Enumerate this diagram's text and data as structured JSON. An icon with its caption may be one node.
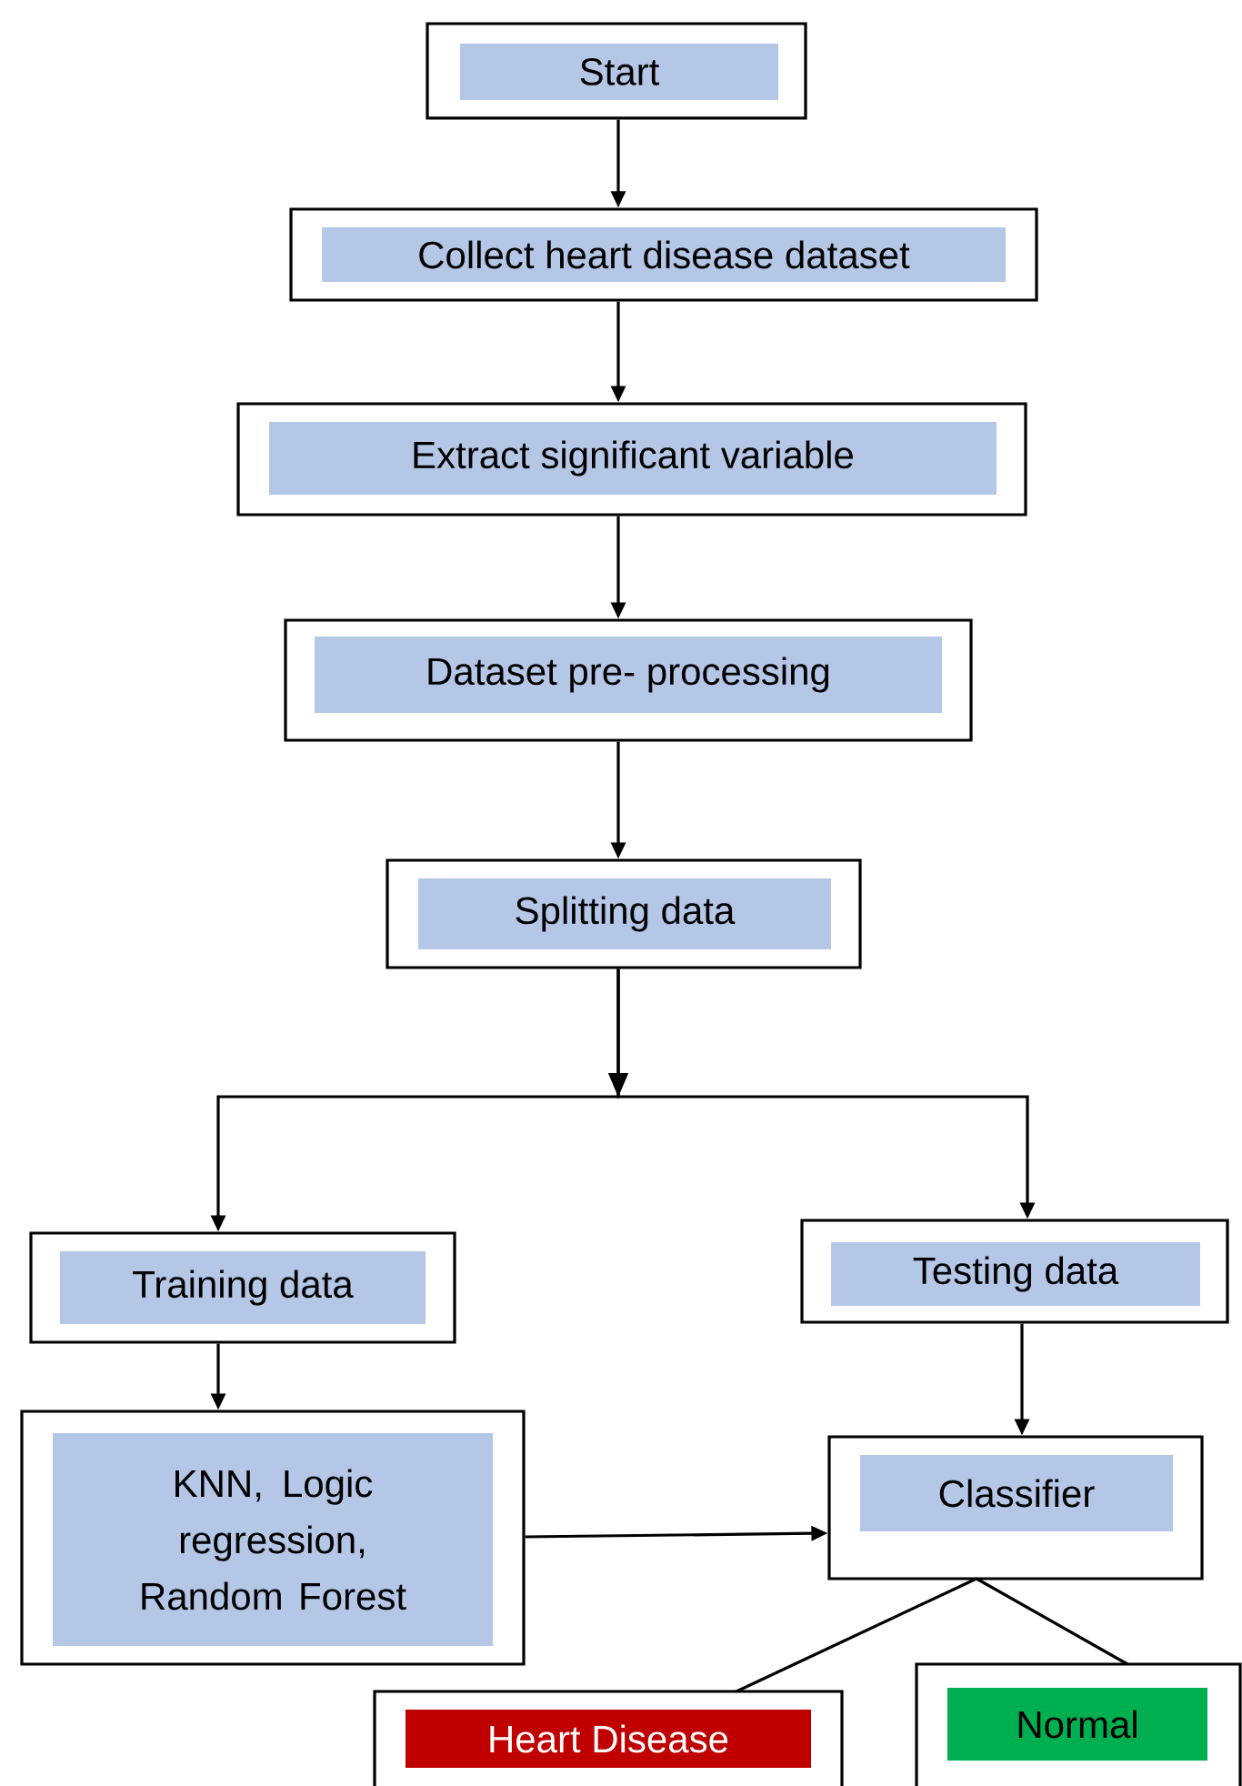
{
  "diagram": {
    "nodes": [
      {
        "text": [
          "Start"
        ]
      },
      {
        "text": [
          "Collect heart disease dataset"
        ]
      },
      {
        "text": [
          "Extract significant variable"
        ]
      },
      {
        "text": [
          "Dataset pre- processing"
        ]
      },
      {
        "text": [
          "Splitting data"
        ]
      },
      {
        "text": [
          "Training data"
        ]
      },
      {
        "text": [
          "Testing data"
        ]
      },
      {
        "text": [
          "KNN, Logic regression, Random Forest"
        ]
      },
      {
        "text": [
          "Classifier"
        ]
      },
      {
        "text": [
          "Heart Disease"
        ]
      },
      {
        "text": [
          "Normal"
        ]
      }
    ],
    "edges": [
      {
        "from": 0,
        "to": 1,
        "arrow": "to"
      },
      {
        "from": 1,
        "to": 2,
        "arrow": "to"
      },
      {
        "from": 2,
        "to": 3,
        "arrow": "to"
      },
      {
        "from": 3,
        "to": 4,
        "arrow": "to"
      },
      {
        "from": 4,
        "to": 5,
        "arrow": "to"
      },
      {
        "from": 4,
        "to": 6,
        "arrow": "to"
      },
      {
        "from": 5,
        "to": 7,
        "arrow": "to"
      },
      {
        "from": 6,
        "to": 8,
        "arrow": "to"
      },
      {
        "from": 7,
        "to": 8,
        "arrow": "to"
      },
      {
        "from": 8,
        "to": 9,
        "arrow": "none"
      },
      {
        "from": 8,
        "to": 10,
        "arrow": "none"
      }
    ]
  }
}
